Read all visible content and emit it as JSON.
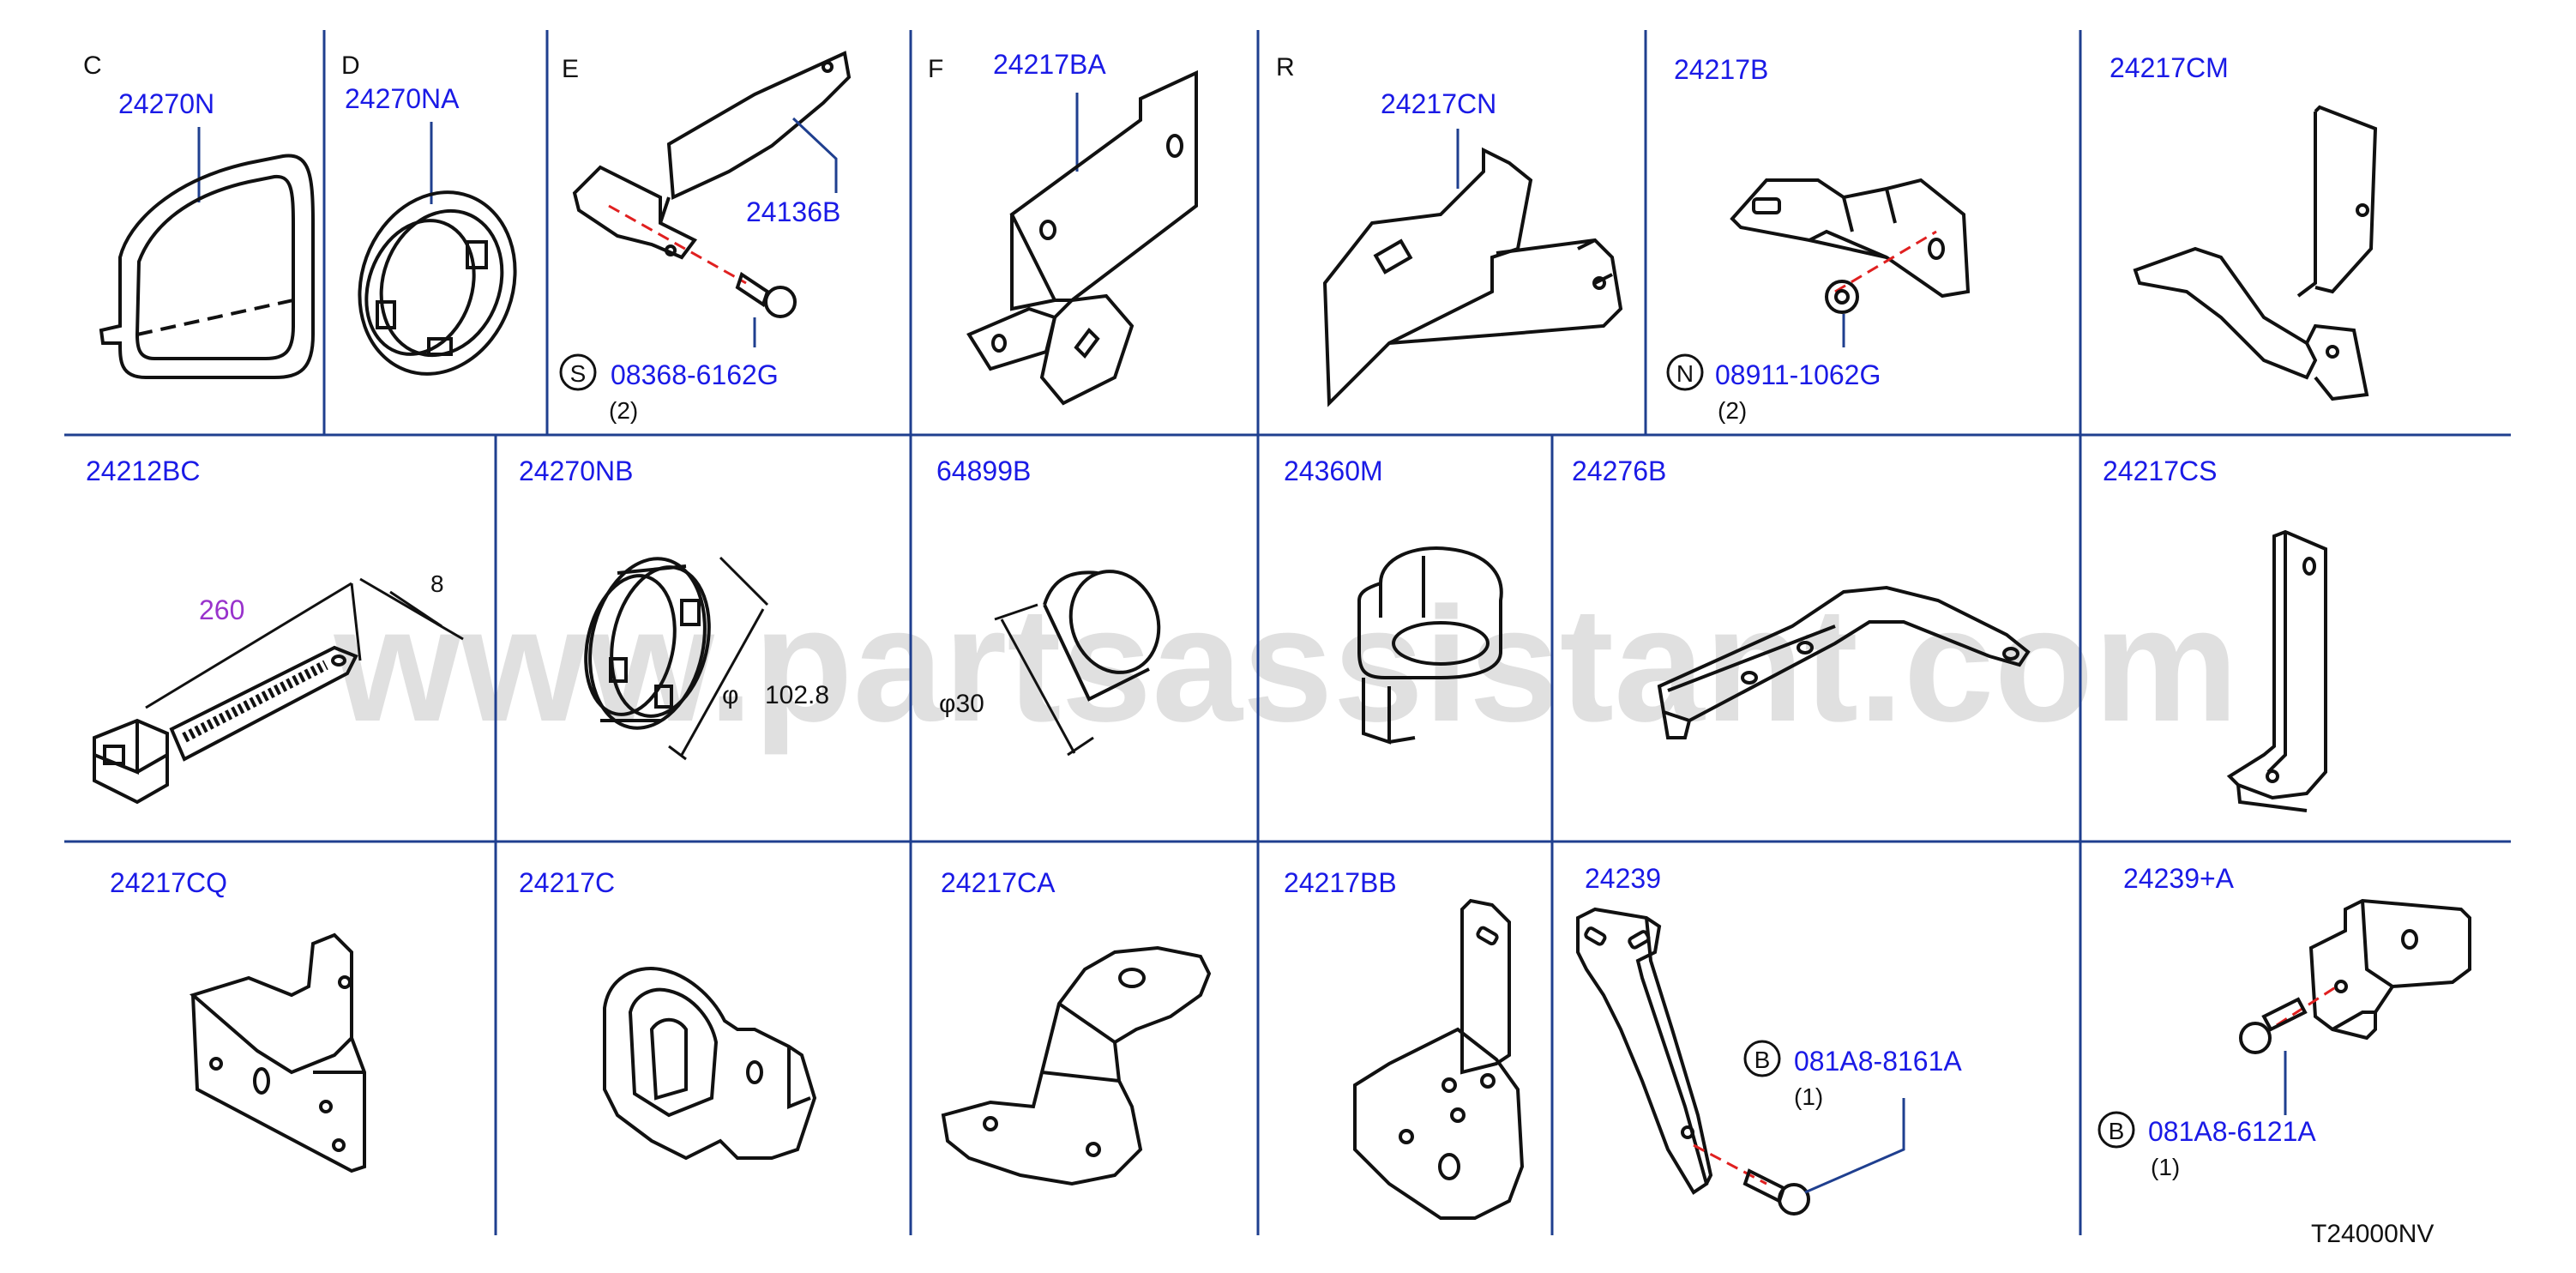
{
  "colors": {
    "part_number": "#1a1ae6",
    "dimension_highlight": "#9933cc",
    "divider": "#1f3f8f",
    "drawing": "#111111",
    "bolt_guide": "#e02020",
    "watermark": "#d9d9d9"
  },
  "watermark": "www.partsassistant.com",
  "diagram_code": "T24000NV",
  "cells": {
    "c": {
      "letter": "C",
      "part": "24270N"
    },
    "d": {
      "letter": "D",
      "part": "24270NA"
    },
    "e": {
      "letter": "E",
      "part": "24136B",
      "fastener_symbol": "S",
      "fastener_part": "08368-6162G",
      "qty": "(2)"
    },
    "f": {
      "letter": "F",
      "part": "24217BA"
    },
    "r": {
      "letter": "R",
      "part": "24217CN"
    },
    "b217": {
      "part": "24217B",
      "fastener_symbol": "N",
      "fastener_part": "08911-1062G",
      "qty": "(2)"
    },
    "cm": {
      "part": "24217CM"
    },
    "bc": {
      "part": "24212BC",
      "length": "260",
      "width": "8"
    },
    "nb": {
      "part": "24270NB",
      "diameter_symbol": "φ",
      "diameter": "102.8"
    },
    "b64": {
      "part": "64899B",
      "diameter": "φ30"
    },
    "m": {
      "part": "24360M"
    },
    "b276": {
      "part": "24276B"
    },
    "cs": {
      "part": "24217CS"
    },
    "cq": {
      "part": "24217CQ"
    },
    "c217": {
      "part": "24217C"
    },
    "ca": {
      "part": "24217CA"
    },
    "bb": {
      "part": "24217BB"
    },
    "b239": {
      "part": "24239",
      "fastener_symbol": "B",
      "fastener_part": "081A8-8161A",
      "qty": "(1)"
    },
    "a239": {
      "part": "24239+A",
      "fastener_symbol": "B",
      "fastener_part": "081A8-6121A",
      "qty": "(1)"
    }
  }
}
